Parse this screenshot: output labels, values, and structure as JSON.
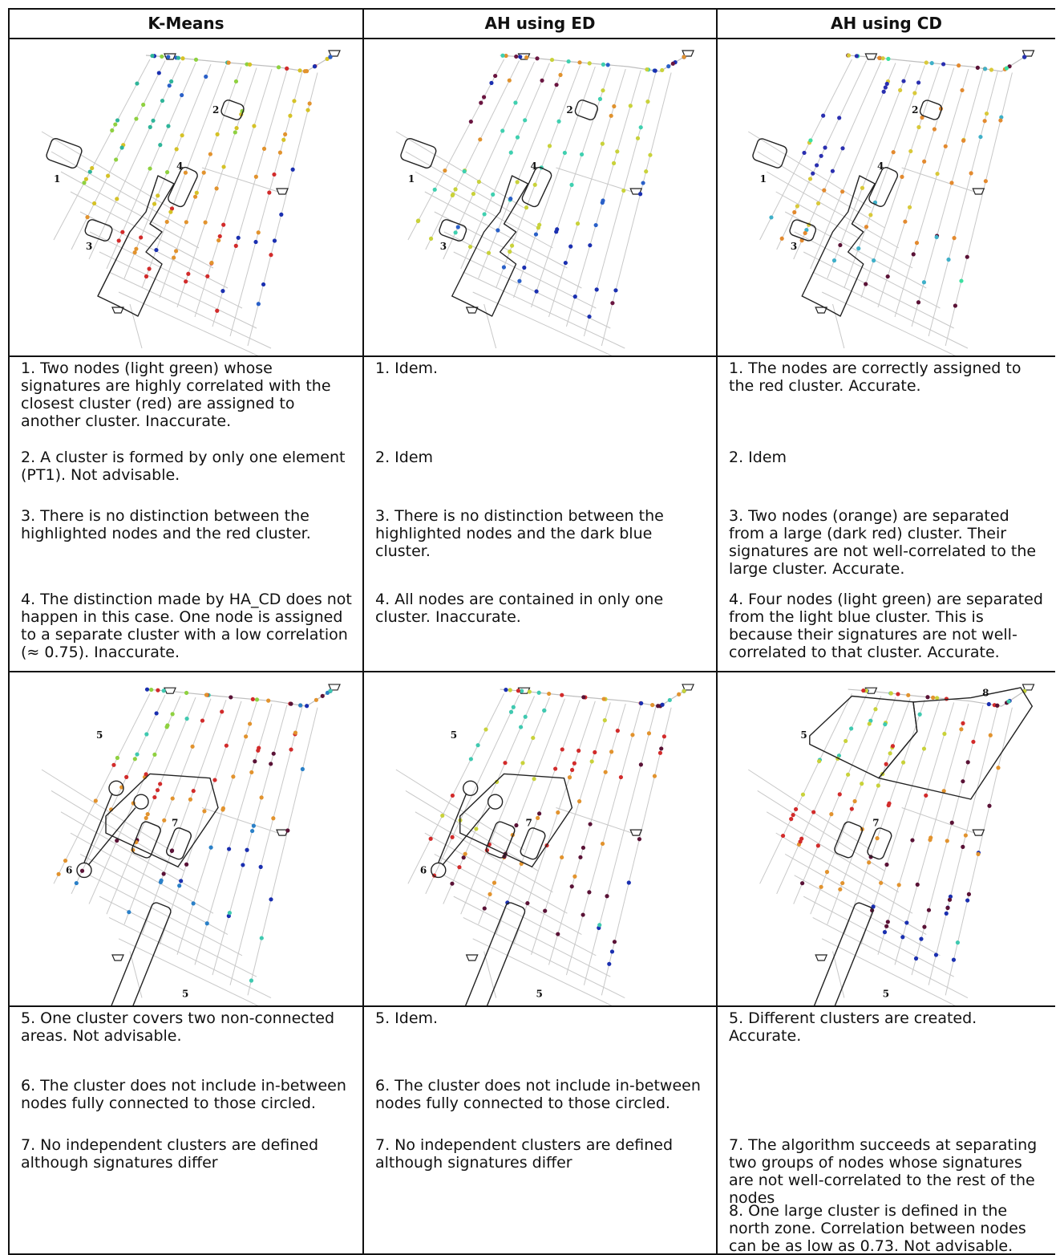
{
  "headers": [
    "K-Means",
    "AH using ED",
    "AH using CD"
  ],
  "row1_labels": {
    "col0": [
      "1",
      "2",
      "3",
      "4"
    ],
    "col1": [
      "1",
      "2",
      "3",
      "4"
    ],
    "col2": [
      "1",
      "2",
      "3",
      "4"
    ]
  },
  "row2_labels": {
    "col0": [
      "5",
      "6",
      "7",
      "5"
    ],
    "col1": [
      "5",
      "6",
      "7",
      "5"
    ],
    "col2": [
      "5",
      "8",
      "7",
      "5"
    ]
  },
  "notes1": {
    "col0": [
      "1. Two nodes (light green) whose signatures are highly correlated with the closest cluster (red) are assigned to another cluster. Inaccurate.",
      "2. A cluster is formed by only one element (PT1). Not advisable.",
      "3. There is no distinction between the highlighted nodes and the red cluster.",
      "4. The distinction made by HA_CD does not happen in this case. One node is assigned to a separate cluster with a low correlation (≈ 0.75). Inaccurate."
    ],
    "col1": [
      "1. Idem.",
      "2. Idem",
      "3. There is no distinction between the highlighted nodes and the dark blue cluster.",
      "4. All nodes are contained in only one cluster. Inaccurate."
    ],
    "col2": [
      "1. The nodes are correctly assigned to the red cluster. Accurate.",
      "2. Idem",
      "3. Two nodes (orange) are separated from a large (dark red) cluster. Their signatures are not well-correlated to the large cluster. Accurate.",
      "4. Four nodes (light green) are separated from the light blue cluster. This is because their signatures are not well-correlated to that cluster. Accurate."
    ]
  },
  "notes2": {
    "col0": [
      "5. One cluster covers two non-connected areas. Not advisable.",
      "6. The cluster does not include in-between nodes fully connected to those circled.",
      "7. No independent clusters are defined although signatures differ"
    ],
    "col1": [
      "5. Idem.",
      "6. The cluster does not include in-between nodes fully connected to those circled.",
      "7. No independent clusters are defined although signatures differ"
    ],
    "col2": [
      "5. Different clusters are created. Accurate.",
      "7. The algorithm succeeds at separating two groups of nodes whose signatures are not well-correlated to the rest of the nodes",
      "8. One large cluster is defined in the north zone. Correlation between nodes can be as low as 0.73. Not advisable."
    ]
  },
  "palette": {
    "kmeans1": [
      "#1a2fb0",
      "#2a60c8",
      "#2fb59a",
      "#8fd140",
      "#d5c227",
      "#e2932e",
      "#d22b2b"
    ],
    "ahed1": [
      "#1a2fb0",
      "#6a1540",
      "#e0922e",
      "#3fd0b0",
      "#c9d23a",
      "#2a60c8"
    ],
    "ahcd1": [
      "#5a1236",
      "#3de0a0",
      "#2a2fb0",
      "#d9c93a",
      "#e38a2f",
      "#3fb0c9"
    ],
    "kmeans2": [
      "#1a2fb0",
      "#3fc9b0",
      "#8fd140",
      "#d22b2b",
      "#e2932e",
      "#5a1236",
      "#2a80c8"
    ],
    "ahed2": [
      "#1a2fb0",
      "#3fc9b0",
      "#c9d23a",
      "#d22b2b",
      "#e2932e",
      "#5a1236"
    ],
    "ahcd2": [
      "#1a2fb0",
      "#3fc9b0",
      "#c9d23a",
      "#d22b2b",
      "#e2932e",
      "#5a1236"
    ]
  }
}
